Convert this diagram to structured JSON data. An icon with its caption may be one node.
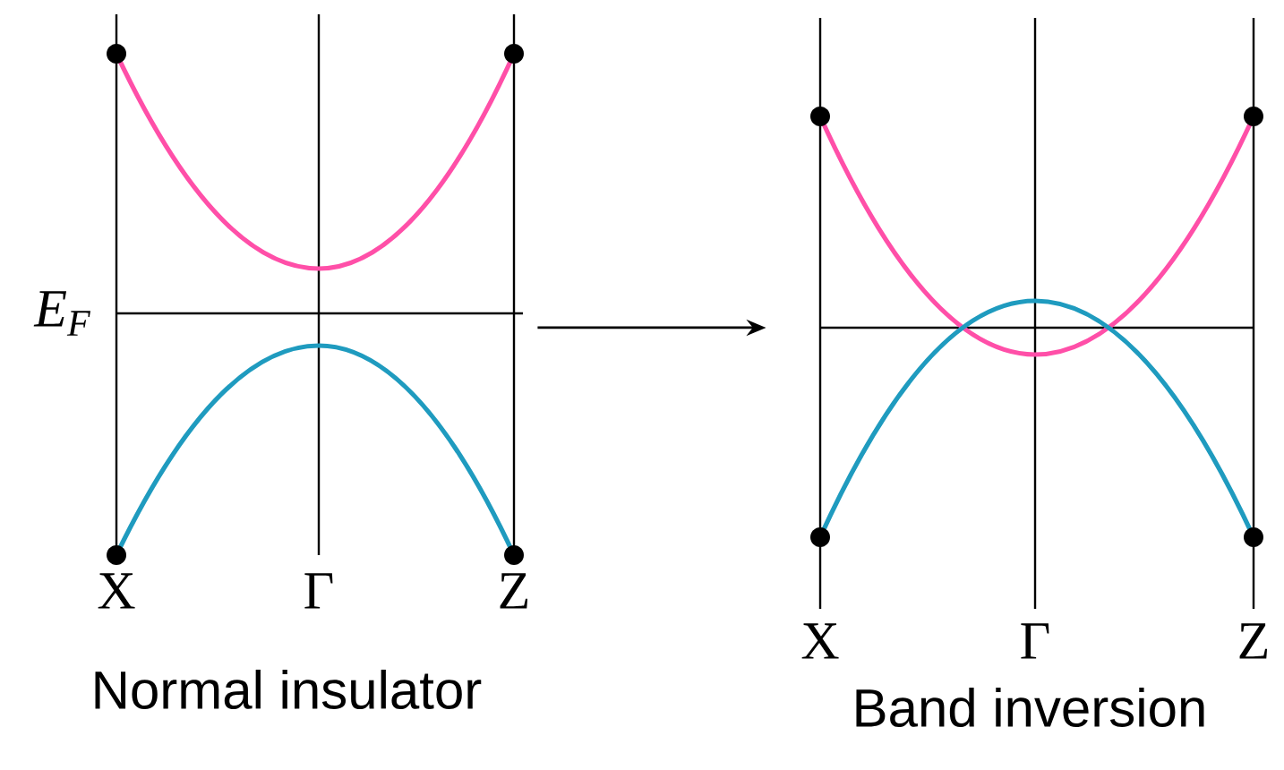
{
  "diagram": {
    "nodes": [
      {
        "text": [
          "Normal insulator"
        ]
      },
      {
        "text": [
          "Band inversion"
        ]
      }
    ],
    "edges": [
      {
        "from": 0,
        "to": 1,
        "arrow": "to"
      }
    ],
    "labels": [
      "E$_{F}$",
      "X",
      "Γ",
      "Z",
      "X",
      "Γ",
      "Z"
    ]
  }
}
